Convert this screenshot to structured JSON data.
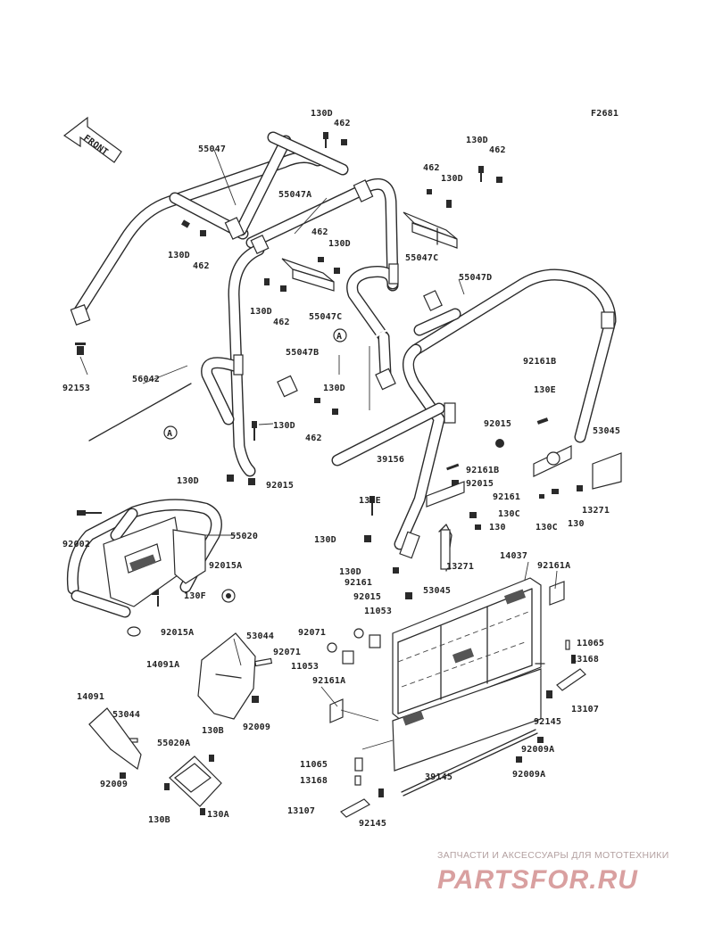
{
  "figure_code": "F2681",
  "front_label": "FRONT",
  "callout_letter": "A",
  "part_labels": [
    {
      "id": "p01",
      "text": "130D"
    },
    {
      "id": "p02",
      "text": "462"
    },
    {
      "id": "p03",
      "text": "130D"
    },
    {
      "id": "p04",
      "text": "462"
    },
    {
      "id": "p05",
      "text": "55047"
    },
    {
      "id": "p06",
      "text": "462"
    },
    {
      "id": "p07",
      "text": "130D"
    },
    {
      "id": "p08",
      "text": "55047A"
    },
    {
      "id": "p09",
      "text": "462"
    },
    {
      "id": "p10",
      "text": "130D"
    },
    {
      "id": "p11",
      "text": "130D"
    },
    {
      "id": "p12",
      "text": "462"
    },
    {
      "id": "p13",
      "text": "55047C"
    },
    {
      "id": "p14",
      "text": "55047D"
    },
    {
      "id": "p15",
      "text": "130D"
    },
    {
      "id": "p16",
      "text": "462"
    },
    {
      "id": "p17",
      "text": "55047C"
    },
    {
      "id": "p18",
      "text": "92153"
    },
    {
      "id": "p19",
      "text": "55047B"
    },
    {
      "id": "p20",
      "text": "56042"
    },
    {
      "id": "p21",
      "text": "92161B"
    },
    {
      "id": "p22",
      "text": "130E"
    },
    {
      "id": "p23",
      "text": "130D"
    },
    {
      "id": "p24",
      "text": "130D"
    },
    {
      "id": "p25",
      "text": "462"
    },
    {
      "id": "p26",
      "text": "92015"
    },
    {
      "id": "p27",
      "text": "53045"
    },
    {
      "id": "p28",
      "text": "39156"
    },
    {
      "id": "p29",
      "text": "130D"
    },
    {
      "id": "p30",
      "text": "92015"
    },
    {
      "id": "p31",
      "text": "92161B"
    },
    {
      "id": "p32",
      "text": "92015"
    },
    {
      "id": "p33",
      "text": "92161"
    },
    {
      "id": "p34",
      "text": "130E"
    },
    {
      "id": "p35",
      "text": "130C"
    },
    {
      "id": "p36",
      "text": "13271"
    },
    {
      "id": "p37",
      "text": "92002"
    },
    {
      "id": "p38",
      "text": "55020"
    },
    {
      "id": "p39",
      "text": "130D"
    },
    {
      "id": "p40",
      "text": "130"
    },
    {
      "id": "p41",
      "text": "130C"
    },
    {
      "id": "p42",
      "text": "130"
    },
    {
      "id": "p43",
      "text": "92015A"
    },
    {
      "id": "p44",
      "text": "13271"
    },
    {
      "id": "p45",
      "text": "14037"
    },
    {
      "id": "p46",
      "text": "92161A"
    },
    {
      "id": "p47",
      "text": "130D"
    },
    {
      "id": "p48",
      "text": "92161"
    },
    {
      "id": "p49",
      "text": "130F"
    },
    {
      "id": "p50",
      "text": "53045"
    },
    {
      "id": "p51",
      "text": "92015"
    },
    {
      "id": "p52",
      "text": "11053"
    },
    {
      "id": "p53",
      "text": "92015A"
    },
    {
      "id": "p54",
      "text": "53044"
    },
    {
      "id": "p55",
      "text": "92071"
    },
    {
      "id": "p56",
      "text": "11065"
    },
    {
      "id": "p57",
      "text": "92071"
    },
    {
      "id": "p58",
      "text": "14091A"
    },
    {
      "id": "p59",
      "text": "11053"
    },
    {
      "id": "p60",
      "text": "13168"
    },
    {
      "id": "p61",
      "text": "14091"
    },
    {
      "id": "p62",
      "text": "92161A"
    },
    {
      "id": "p63",
      "text": "13107"
    },
    {
      "id": "p64",
      "text": "53044"
    },
    {
      "id": "p65",
      "text": "92009"
    },
    {
      "id": "p66",
      "text": "92145"
    },
    {
      "id": "p67",
      "text": "130B"
    },
    {
      "id": "p68",
      "text": "55020A"
    },
    {
      "id": "p69",
      "text": "11065"
    },
    {
      "id": "p70",
      "text": "92009A"
    },
    {
      "id": "p71",
      "text": "13168"
    },
    {
      "id": "p72",
      "text": "92009A"
    },
    {
      "id": "p73",
      "text": "92009"
    },
    {
      "id": "p74",
      "text": "39145"
    },
    {
      "id": "p75",
      "text": "130B"
    },
    {
      "id": "p76",
      "text": "130A"
    },
    {
      "id": "p77",
      "text": "13107"
    },
    {
      "id": "p78",
      "text": "92145"
    }
  ],
  "watermark": {
    "tagline": "ЗАПЧАСТИ И АКСЕССУАРЫ ДЛЯ МОТОТЕХНИКИ",
    "brand": "PARTSFOR.RU"
  }
}
